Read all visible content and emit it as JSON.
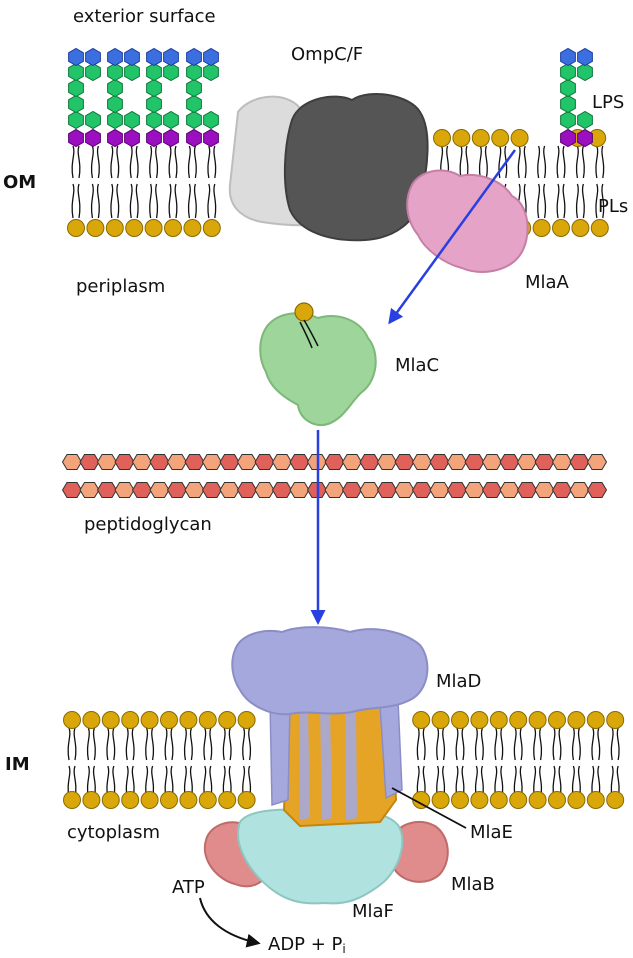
{
  "labels": {
    "exterior_surface": "exterior surface",
    "ompcf": "OmpC/F",
    "lps": "LPS",
    "om": "OM",
    "pls": "PLs",
    "periplasm": "periplasm",
    "mlaa": "MlaA",
    "mlac": "MlaC",
    "peptidoglycan": "peptidoglycan",
    "mlad": "MlaD",
    "im": "IM",
    "cytoplasm": "cytoplasm",
    "mlae": "MlaE",
    "atp": "ATP",
    "mlab": "MlaB",
    "mlaf": "MlaF",
    "adp": "ADP + P",
    "adp_sub": "i"
  },
  "colors": {
    "headgroup": "#d9a70a",
    "lps_core": "#9a10c0",
    "lps_green": "#22c46a",
    "lps_blue": "#3b6fe0",
    "ompc_light": "#dcdcdc",
    "ompc_dark": "#555555",
    "mlaa": "#e6a3c8",
    "mlac": "#9dd59a",
    "pg_light": "#f4a47a",
    "pg_dark": "#e0605a",
    "mlad": "#a5a8dc",
    "mlae": "#e6a426",
    "mlaf": "#b0e3df",
    "mlab": "#e08c8c",
    "arrow": "#2a3fe0"
  }
}
